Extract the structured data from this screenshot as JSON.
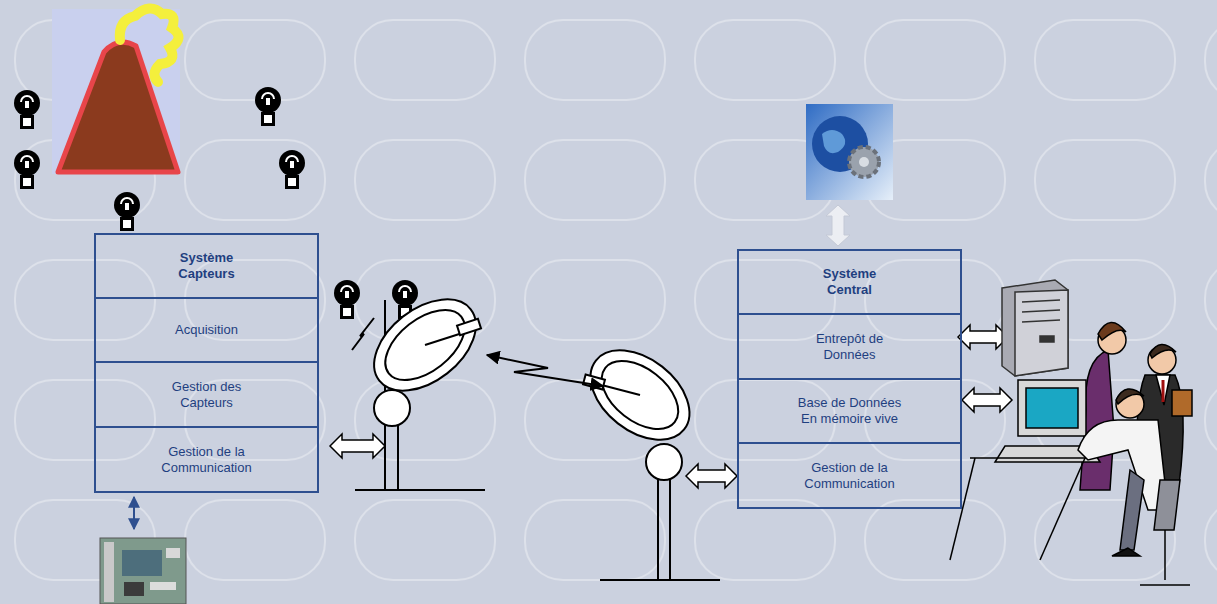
{
  "diagram": {
    "nodes": [
      {
        "text": [
          "Système Capteurs"
        ]
      },
      {
        "text": [
          "Acquisition"
        ],
        "in": 0
      },
      {
        "text": [
          "Gestion des Capteurs"
        ],
        "in": 0
      },
      {
        "text": [
          "Gestion de la Communication"
        ],
        "in": 0
      },
      {
        "text": [
          "Système Central"
        ]
      },
      {
        "text": [
          "Entrepôt de Données"
        ],
        "in": 4
      },
      {
        "text": [
          "Base de Données En mémoire vive"
        ],
        "in": 4
      },
      {
        "text": [
          "Gestion de la Communication"
        ],
        "in": 4
      }
    ]
  }
}
